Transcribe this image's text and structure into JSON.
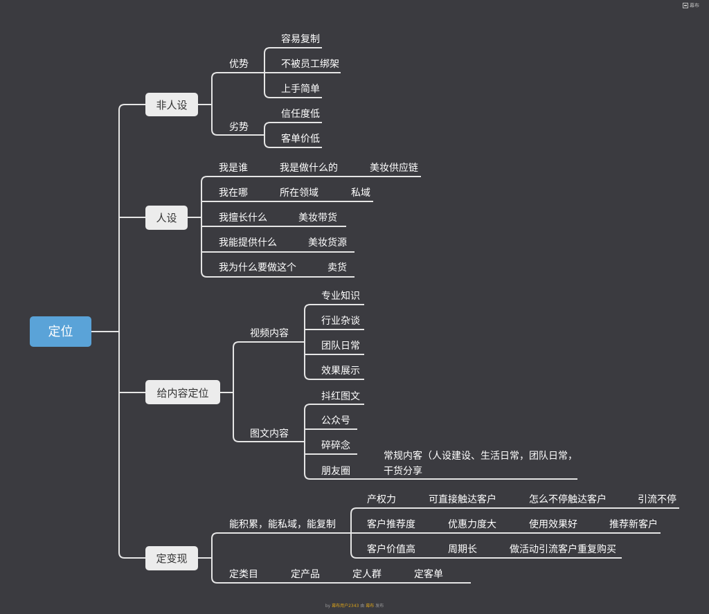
{
  "brand": {
    "label": "幕布"
  },
  "footer": {
    "prefix": "by",
    "user": "幕布用户2343",
    "middle": "由",
    "app": "幕布",
    "suffix": "发布"
  },
  "root": "定位",
  "branches": {
    "fei_ren_she": {
      "label": "非人设",
      "youshi": {
        "label": "优势",
        "items": [
          "容易复制",
          "不被员工绑架",
          "上手简单"
        ]
      },
      "lieshi": {
        "label": "劣势",
        "items": [
          "信任度低",
          "客单价低"
        ]
      }
    },
    "ren_she": {
      "label": "人设",
      "rows": [
        [
          "我是谁",
          "我是做什么的",
          "美妆供应链"
        ],
        [
          "我在哪",
          "所在领域",
          "私域"
        ],
        [
          "我擅长什么",
          "美妆带货"
        ],
        [
          "我能提供什么",
          "美妆货源"
        ],
        [
          "我为什么要做这个",
          "卖货"
        ]
      ]
    },
    "nei_rong": {
      "label": "给内容定位",
      "shipin": {
        "label": "视频内容",
        "items": [
          "专业知识",
          "行业杂谈",
          "团队日常",
          "效果展示"
        ]
      },
      "tuwen": {
        "label": "图文内容",
        "items": [
          "抖红图文",
          "公众号",
          "碎碎念",
          "朋友圈"
        ],
        "pengyouquan_detail": [
          "常规内客（人设建设、生活日常，团队日常，",
          "干货分享"
        ]
      }
    },
    "bian_xian": {
      "label": "定变现",
      "accumulate": {
        "label": "能积累，能私域，能复制",
        "rows": [
          [
            "产权力",
            "可直接触达客户",
            "怎么不停触达客户",
            "引流不停"
          ],
          [
            "客户推荐度",
            "优惠力度大",
            "使用效果好",
            "推荐新客户"
          ],
          [
            "客户价值高",
            "周期长",
            "做活动引流客户重复购买"
          ]
        ]
      },
      "define": [
        "定类目",
        "定产品",
        "定人群",
        "定客单"
      ]
    }
  }
}
